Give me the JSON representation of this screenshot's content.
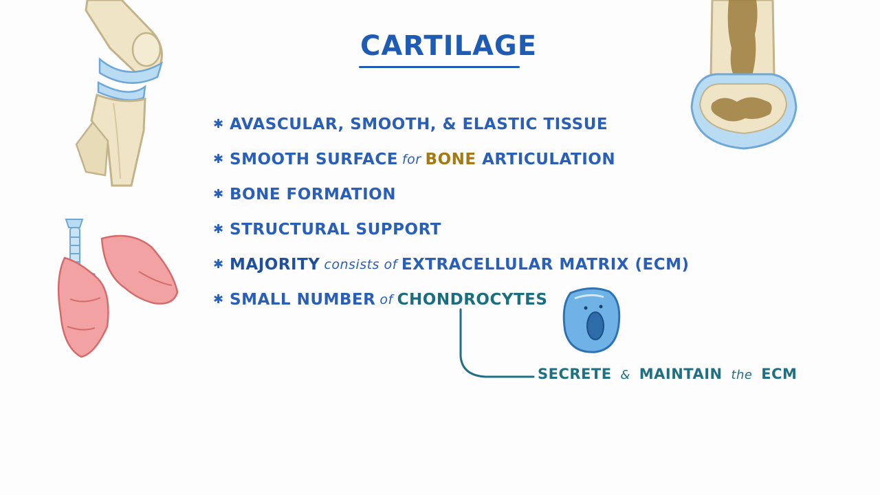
{
  "title": "CARTILAGE",
  "bullets": [
    {
      "parts": [
        "AVASCULAR, SMOOTH, & ELASTIC TISSUE"
      ]
    },
    {
      "parts": [
        "SMOOTH SURFACE",
        "for",
        "BONE",
        "ARTICULATION"
      ]
    },
    {
      "parts": [
        "BONE FORMATION"
      ]
    },
    {
      "parts": [
        "STRUCTURAL SUPPORT"
      ]
    },
    {
      "parts": [
        "MAJORITY",
        "consists of",
        "EXTRACELLULAR MATRIX (ECM)"
      ]
    },
    {
      "parts": [
        "SMALL NUMBER",
        "of",
        "CHONDROCYTES"
      ]
    }
  ],
  "note": {
    "parts": [
      "SECRETE",
      "&",
      "MAINTAIN",
      "the",
      "ECM"
    ]
  },
  "bullet_symbol": "✱",
  "colors": {
    "title": "#1e5bb5",
    "text": "#2a5fb8",
    "bone_highlight": "#a37a16",
    "chondrocyte_highlight": "#1b6d80",
    "cartilage_blue": "#a9d4ef"
  },
  "icons": [
    "knee-joint-icon",
    "lungs-trachea-icon",
    "long-bone-end-icon",
    "chondrocyte-cell-icon"
  ]
}
